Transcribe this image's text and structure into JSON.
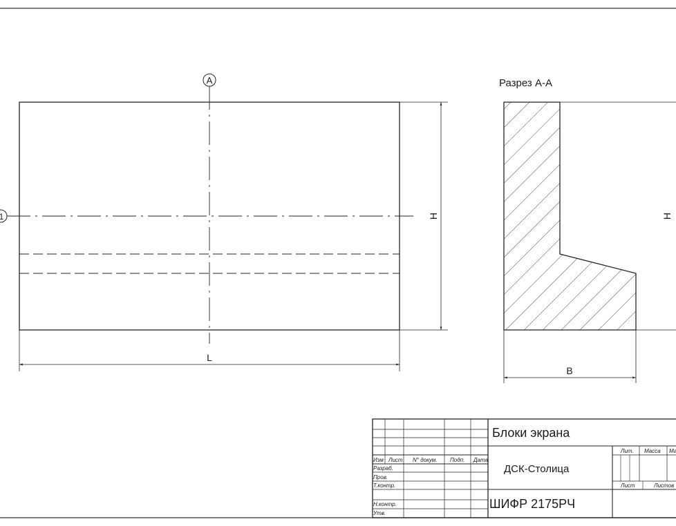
{
  "drawing": {
    "axis_a_label": "A",
    "axis_1_label": "1",
    "dim_length": "L",
    "dim_height_plan": "H",
    "dim_height_section": "H",
    "dim_base": "B",
    "section_title": "Разрез А-А"
  },
  "title_block": {
    "name": "Блоки экрана",
    "organization": "ДСК-Столица",
    "code": "ШИФР 2175РЧ",
    "columns": {
      "change": "Изм",
      "sheet": "Лист",
      "doc_no": "N° докум.",
      "signature": "Подп.",
      "date": "Дата"
    },
    "roles": {
      "developed": "Разраб.",
      "checked": "Пров.",
      "tech_control": "Т.контр.",
      "norm_control": "Н.контр.",
      "approved": "Утв."
    },
    "stage": {
      "lit": "Лит.",
      "mass": "Масса",
      "scale": "Ма"
    },
    "sheet": {
      "sheet_label": "Лист",
      "sheets_label": "Листов"
    }
  }
}
